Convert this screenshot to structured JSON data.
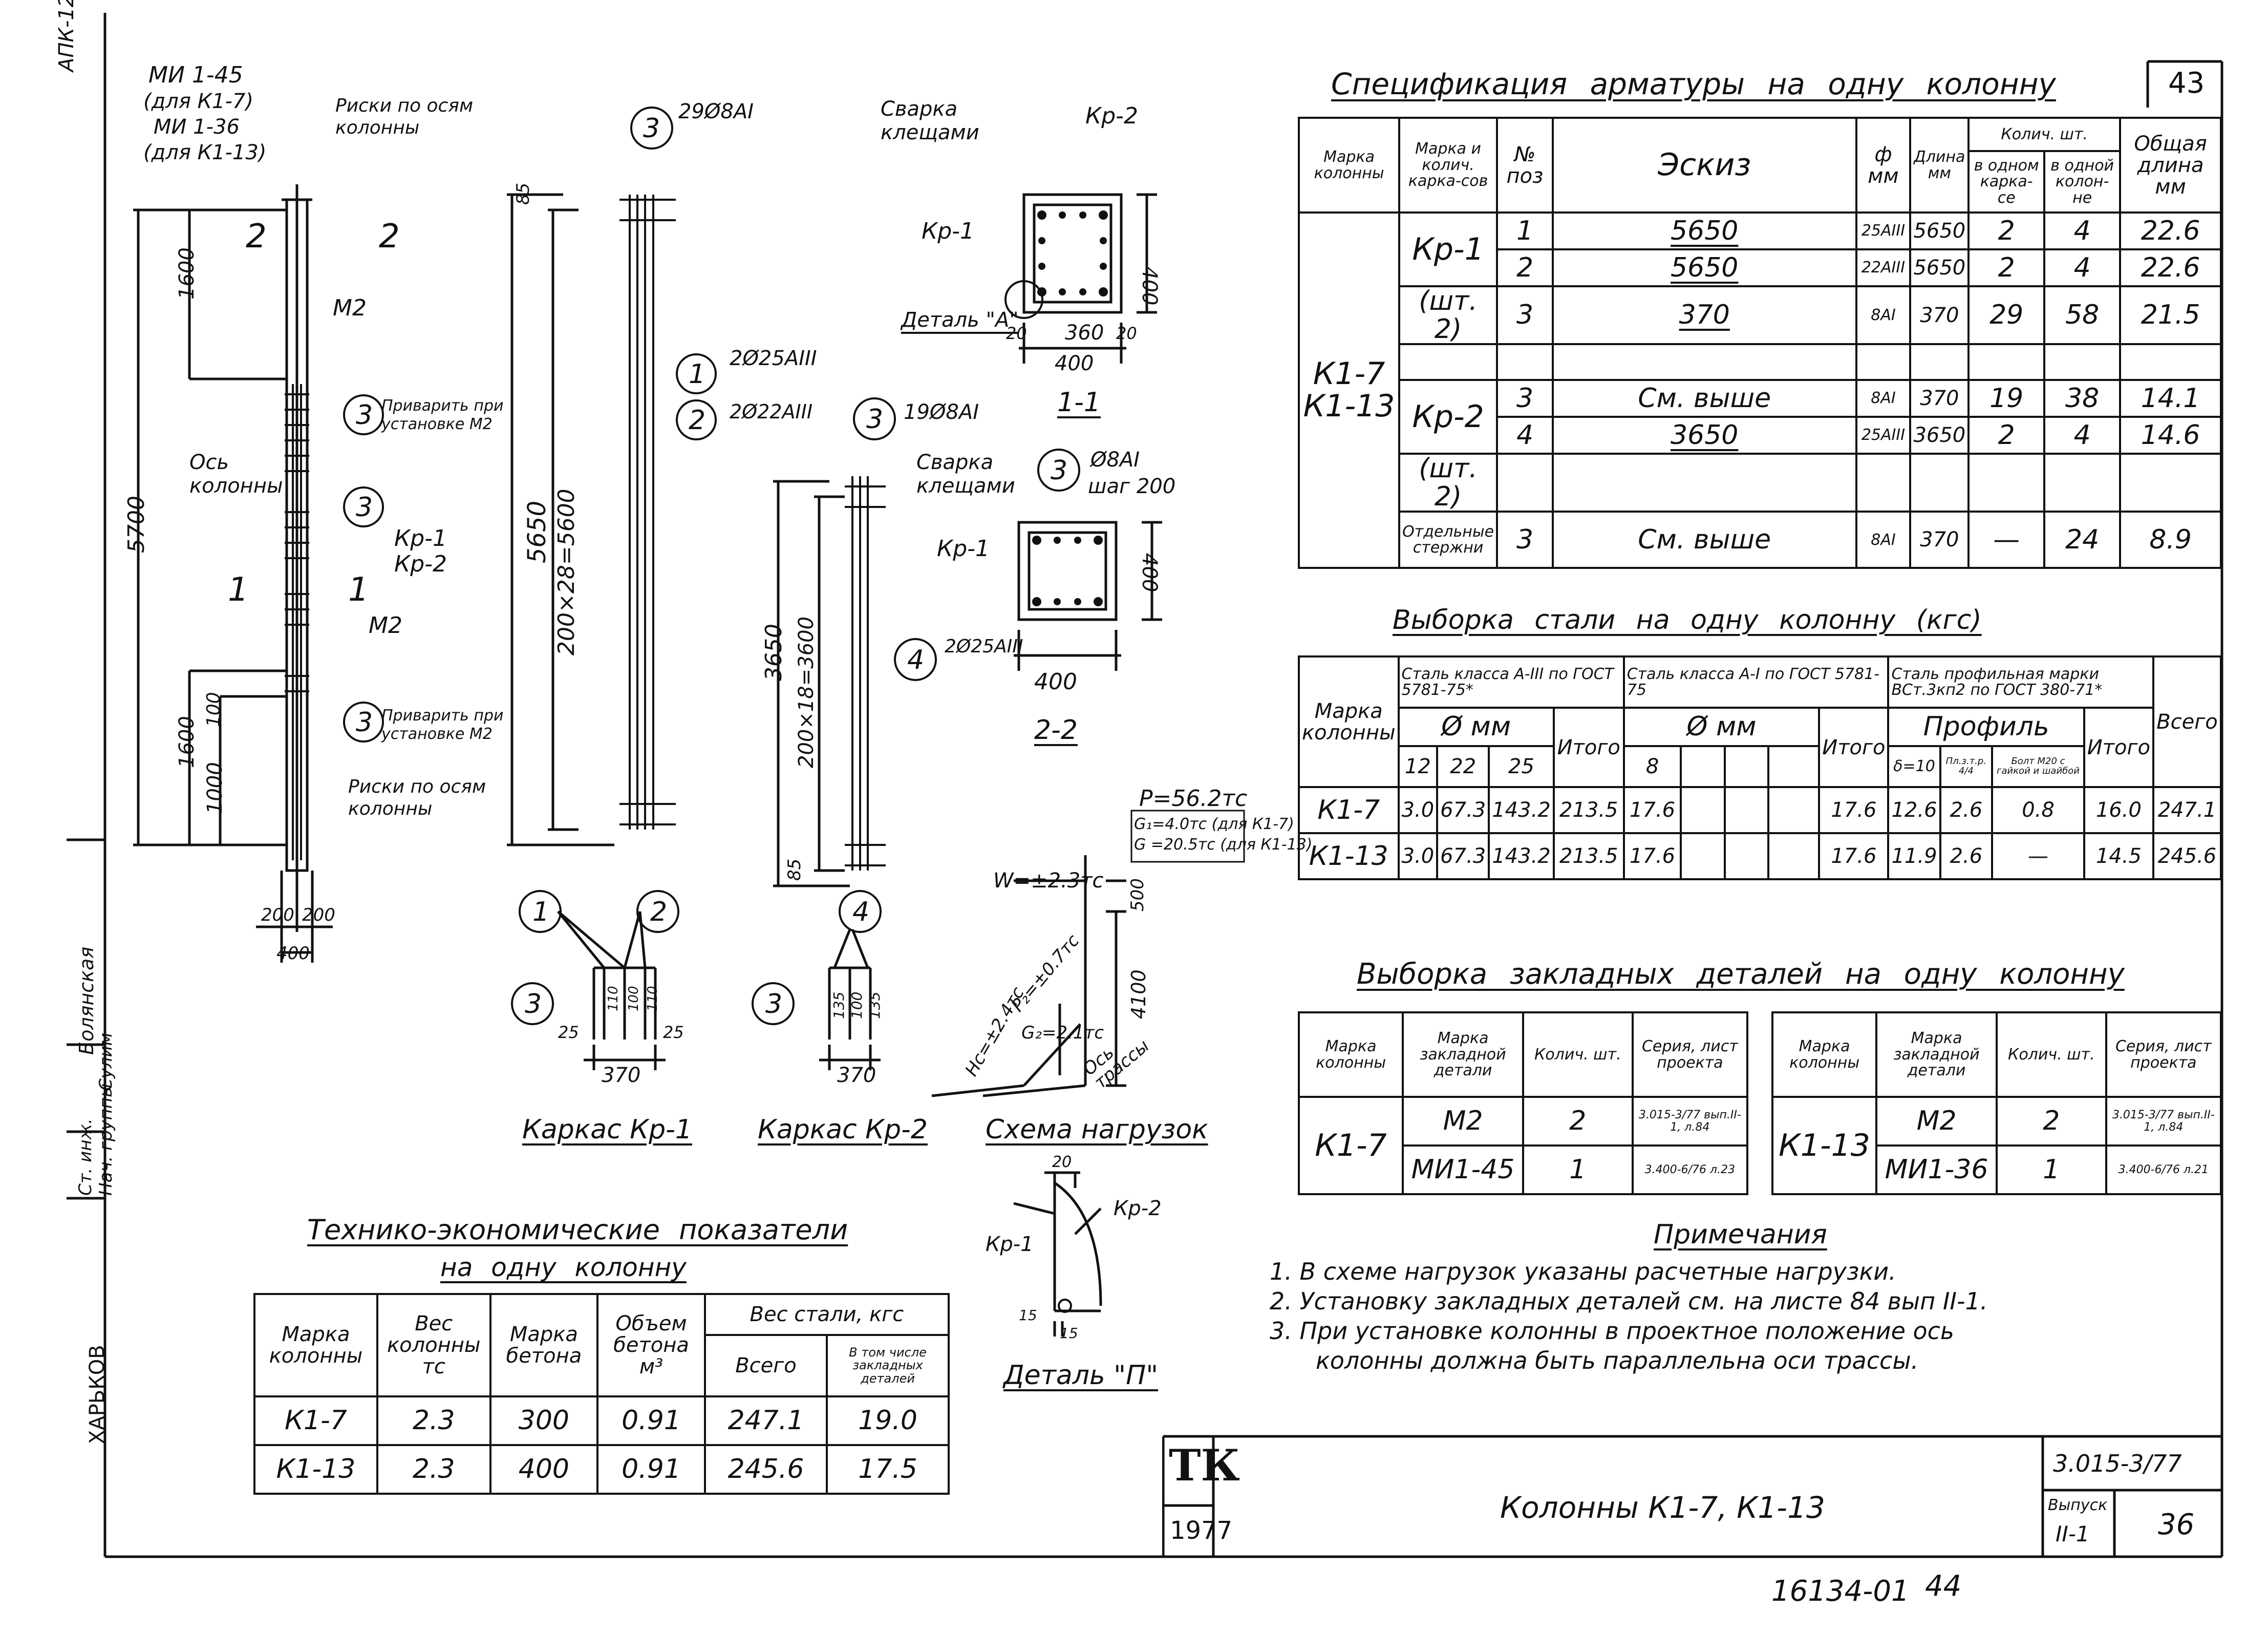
{
  "header": {
    "sheet_number": "43",
    "spec_title": "Спецификация арматуры на одну колонну",
    "steel_title": "Выборка стали на одну колонну (кгс)",
    "embedded_title": "Выборка закладных деталей на одну колонну",
    "tech_title_line1": "Технико-экономические показатели",
    "tech_title_line2": "на одну колонну"
  },
  "left_margin": {
    "code": "АПК-12",
    "row1": "Нач. группы",
    "row1_name": "Сулим",
    "row2": "Ст. инж.",
    "row2_name": "Болянская",
    "org": "ХАРЬКОВ"
  },
  "column_drawing": {
    "mi1": "МИ 1-45",
    "mi1_note": "(для К1-7)",
    "mi2": "МИ 1-36",
    "mi2_note": "(для К1-13)",
    "risk_top": "Риски по осям колонны",
    "risk_bottom": "Риски по осям колонны",
    "weld_m2_1": "Приварить при установке М2",
    "weld_m2_2": "Приварить при установке М2",
    "m2": "М2",
    "axis": "Ось колонны",
    "kp1": "Кр-1",
    "kp2": "Кр-2",
    "sec2": "2",
    "sec1": "1",
    "dim_1600_top": "1600",
    "dim_5700": "5700",
    "dim_1600_bot": "1600",
    "dim_1000": "1000",
    "dim_100": "100",
    "dim_200a": "200",
    "dim_200b": "200",
    "dim_400": "400"
  },
  "kr1_elev": {
    "n3": "3",
    "bar3": "29Ø8AI",
    "n1": "1",
    "bar1": "2Ø25AIII",
    "n2": "2",
    "bar2": "2Ø22AIII",
    "dim_85": "85",
    "dim_5650": "5650",
    "dim_pitch": "200×28=5600"
  },
  "kr2_elev": {
    "n3": "3",
    "bar3": "19Ø8AI",
    "n4": "4",
    "bar4": "2Ø25AIII",
    "dim_3650": "3650",
    "dim_pitch": "200×18=3600",
    "dim_85": "85"
  },
  "section11": {
    "weld": "Сварка клещами",
    "kp2": "Кр-2",
    "kp1": "Кр-1",
    "detail": "Деталь \"А\"",
    "d20a": "20",
    "d360": "360",
    "d20b": "20",
    "d400": "400",
    "h400": "400",
    "label": "1-1"
  },
  "section22": {
    "weld": "Сварка клещами",
    "n3": "3",
    "bar": "Ø8AI",
    "step": "шаг 200",
    "kp1": "Кр-1",
    "d400": "400",
    "h400": "400",
    "label": "2-2"
  },
  "cage_sections": {
    "kr1_label": "Каркас Кр-1",
    "kr2_label": "Каркас Кр-2",
    "kr1_dims": [
      "25",
      "110",
      "100",
      "110",
      "25"
    ],
    "kr1_total": "370",
    "kr2_dims": [
      "135",
      "100",
      "135"
    ],
    "kr2_total": "370",
    "n1": "1",
    "n2": "2",
    "n3a": "3",
    "n4": "4",
    "n3b": "3"
  },
  "load_scheme": {
    "title": "Схема нагрузок",
    "p": "P=56.2тс",
    "g1": "G₁=4.0тс (для К1-7)",
    "g": "G =20.5тс (для К1-13)",
    "w": "W=±2.3тс",
    "hc": "Hc=±2.4тс",
    "p2": "P₂=±0.7тс",
    "g2": "G₂=2.1тс",
    "axis": "Ось трассы",
    "d500": "500",
    "d4100": "4100"
  },
  "detail_a": {
    "title": "Деталь \"П\"",
    "kp1": "Кр-1",
    "kp2": "Кр-2",
    "d20": "20",
    "d15a": "15",
    "d15b": "15"
  },
  "spec_table": {
    "headers": [
      "Марка колонны",
      "Марка и колич. карка-сов",
      "№ поз",
      "Эскиз",
      "ф мм",
      "Длина мм",
      "Колич. шт.",
      "в одном карка-се",
      "в одной колон-не",
      "Общая длина мм"
    ],
    "col_mark": "К1-7 К1-13",
    "frame1": "Кр-1",
    "frame1_qty": "(шт. 2)",
    "frame2": "Кр-2",
    "frame2_qty": "(шт. 2)",
    "separate": "Отдельные стержни",
    "rows": [
      {
        "pos": "1",
        "sketch": "5650",
        "d": "25AIII",
        "len": "5650",
        "q1": "2",
        "q2": "4",
        "total": "22.6"
      },
      {
        "pos": "2",
        "sketch": "5650",
        "d": "22AIII",
        "len": "5650",
        "q1": "2",
        "q2": "4",
        "total": "22.6"
      },
      {
        "pos": "3",
        "sketch": "370",
        "d": "8AI",
        "len": "370",
        "q1": "29",
        "q2": "58",
        "total": "21.5"
      },
      {
        "pos": "3",
        "sketch": "См. выше",
        "d": "8AI",
        "len": "370",
        "q1": "19",
        "q2": "38",
        "total": "14.1"
      },
      {
        "pos": "4",
        "sketch": "3650",
        "d": "25AIII",
        "len": "3650",
        "q1": "2",
        "q2": "4",
        "total": "14.6"
      },
      {
        "pos": "3",
        "sketch": "См. выше",
        "d": "8AI",
        "len": "370",
        "q1": "—",
        "q2": "24",
        "total": "8.9"
      }
    ]
  },
  "steel_table": {
    "h_mark": "Марка колонны",
    "h_a3": "Сталь класса А-III по ГОСТ 5781-75*",
    "h_a1": "Сталь класса А-I по ГОСТ 5781-75",
    "h_prof": "Сталь профильная марки ВСт.3кп2 по ГОСТ 380-71*",
    "h_dmm_a": "Ø мм",
    "h_dmm_b": "Ø мм",
    "h_profile": "Профиль",
    "h_itogo": "Итого",
    "h_vsego": "Всего",
    "sub": [
      "12",
      "22",
      "25",
      "8",
      "δ=10",
      "Пл.з.т.р. 4/4",
      "Болт М20 с гайкой и шайбой"
    ],
    "rows": [
      {
        "mark": "К1-7",
        "d12": "3.0",
        "d22": "67.3",
        "d25": "143.2",
        "it1": "213.5",
        "d8": "17.6",
        "it2": "17.6",
        "p1": "12.6",
        "p2": "2.6",
        "p3": "0.8",
        "it3": "16.0",
        "all": "247.1"
      },
      {
        "mark": "К1-13",
        "d12": "3.0",
        "d22": "67.3",
        "d25": "143.2",
        "it1": "213.5",
        "d8": "17.6",
        "it2": "17.6",
        "p1": "11.9",
        "p2": "2.6",
        "p3": "—",
        "it3": "14.5",
        "all": "245.6"
      }
    ]
  },
  "embedded_tables": {
    "headers": [
      "Марка колонны",
      "Марка закладной детали",
      "Колич. шт.",
      "Серия, лист проекта"
    ],
    "left": {
      "col": "К1-7",
      "rows": [
        {
          "part": "М2",
          "qty": "2",
          "ser": "3.015-3/77 вып.II-1, л.84"
        },
        {
          "part": "МИ1-45",
          "qty": "1",
          "ser": "3.400-6/76 л.23"
        }
      ]
    },
    "right": {
      "col": "К1-13",
      "rows": [
        {
          "part": "М2",
          "qty": "2",
          "ser": "3.015-3/77 вып.II-1, л.84"
        },
        {
          "part": "МИ1-36",
          "qty": "1",
          "ser": "3.400-6/76 л.21"
        }
      ]
    }
  },
  "notes": {
    "title": "Примечания",
    "items": [
      "1. В схеме нагрузок указаны расчетные нагрузки.",
      "2. Установку закладных деталей см. на листе 84 вып II-1.",
      "3. При установке колонны в проектное положение ось",
      "колонны должна быть параллельна оси трассы."
    ]
  },
  "tech_table": {
    "headers": [
      "Марка колонны",
      "Вес колонны тс",
      "Марка бетона",
      "Объем бетона м³",
      "Вес стали, кгс",
      "Всего",
      "В том числе закладных деталей"
    ],
    "rows": [
      {
        "mark": "К1-7",
        "w": "2.3",
        "b": "300",
        "v": "0.91",
        "s": "247.1",
        "e": "19.0"
      },
      {
        "mark": "К1-13",
        "w": "2.3",
        "b": "400",
        "v": "0.91",
        "s": "245.6",
        "e": "17.5"
      }
    ]
  },
  "title_block": {
    "logo": "ТК",
    "year": "1977",
    "title": "Колонны К1-7, К1-13",
    "series": "3.015-3/77",
    "issue_label": "Выпуск",
    "issue": "II-1",
    "sheet": "36"
  },
  "footer": {
    "stamp": "16134-01",
    "page": "44"
  }
}
